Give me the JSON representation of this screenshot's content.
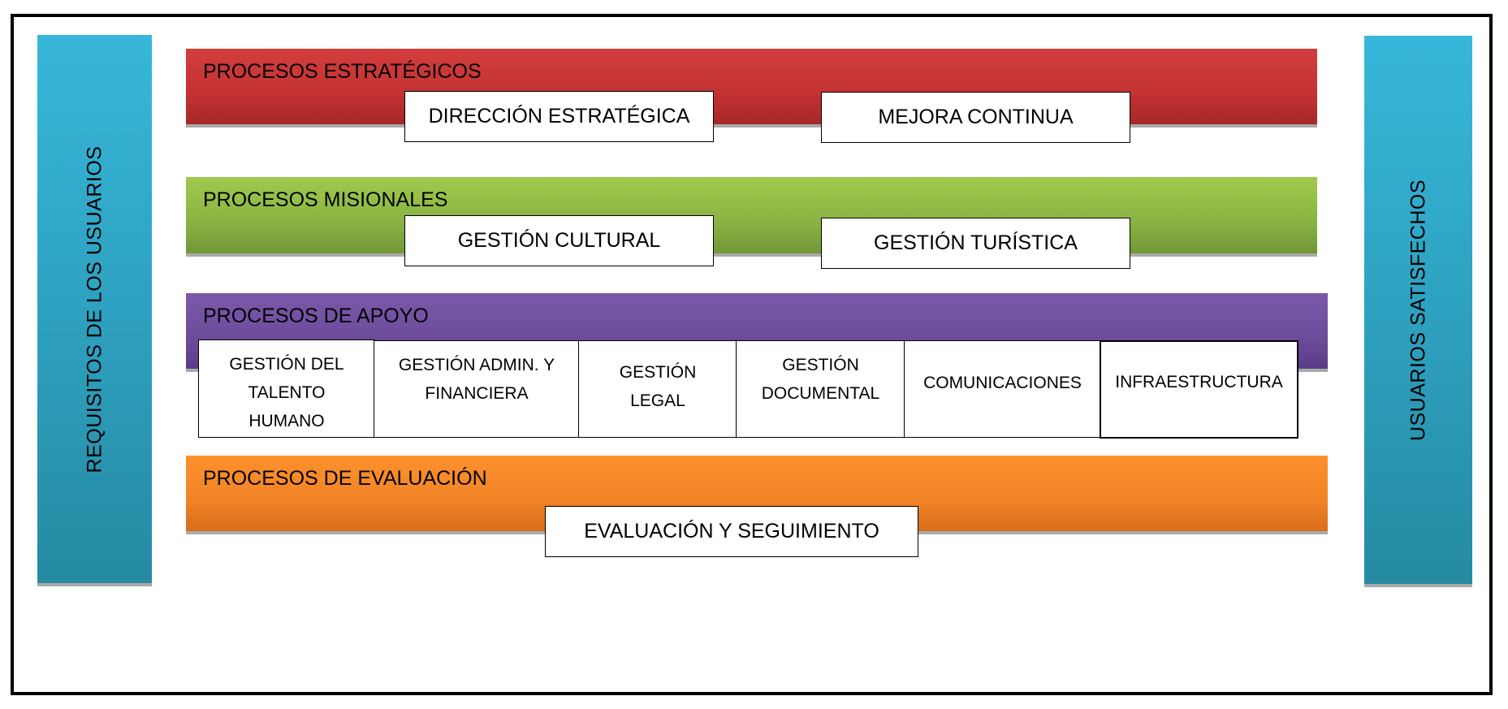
{
  "left_bar": {
    "label": "REQUISITOS DE LOS USUARIOS",
    "color": "#31A9C9"
  },
  "right_bar": {
    "label": "USUARIOS SATISFECHOS",
    "color": "#31A9C9"
  },
  "bands": {
    "strategic": {
      "label": "PROCESOS ESTRATÉGICOS",
      "color": "#C83535",
      "items": [
        "DIRECCIÓN ESTRATÉGICA",
        "MEJORA CONTINUA"
      ]
    },
    "missional": {
      "label": "PROCESOS MISIONALES",
      "color": "#8BB443",
      "items": [
        "GESTIÓN CULTURAL",
        "GESTIÓN TURÍSTICA"
      ]
    },
    "support": {
      "label": "PROCESOS DE APOYO",
      "color": "#6E4E9C",
      "items": [
        [
          "GESTIÓN DEL",
          "TALENTO",
          "HUMANO"
        ],
        [
          "GESTIÓN  ADMIN. Y",
          "FINANCIERA"
        ],
        [
          "GESTIÓN",
          "LEGAL"
        ],
        [
          "GESTIÓN",
          "DOCUMENTAL"
        ],
        [
          "COMUNICACIONES"
        ],
        [
          "INFRAESTRUCTURA"
        ]
      ]
    },
    "evaluation": {
      "label": "PROCESOS DE EVALUACIÓN",
      "color": "#F98A28",
      "items": [
        "EVALUACIÓN Y SEGUIMIENTO"
      ]
    }
  }
}
